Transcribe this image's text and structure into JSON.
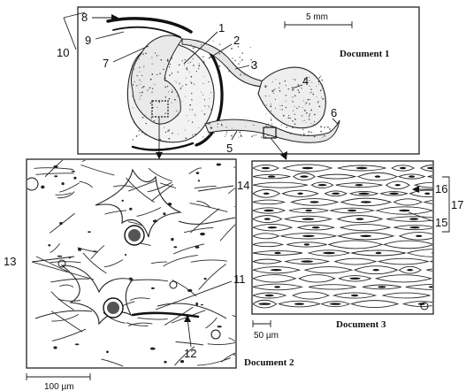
{
  "panels": {
    "doc1": {
      "caption": "Document 1",
      "scale_label": "5 mm"
    },
    "doc2": {
      "caption": "Document 2",
      "scale_label": "100 µm"
    },
    "doc3": {
      "caption": "Document 3",
      "scale_label": "50 µm"
    }
  },
  "labels": {
    "l1": "1",
    "l2": "2",
    "l3": "3",
    "l4": "4",
    "l5": "5",
    "l6": "6",
    "l7": "7",
    "l8": "8",
    "l9": "9",
    "l10": "10",
    "l11": "11",
    "l12": "12",
    "l13": "13",
    "l14": "14",
    "l15": "15",
    "l16": "16",
    "l17": "17"
  },
  "colors": {
    "ink": "#1a1a1a",
    "paper": "#ffffff",
    "stipple": "#444444"
  }
}
